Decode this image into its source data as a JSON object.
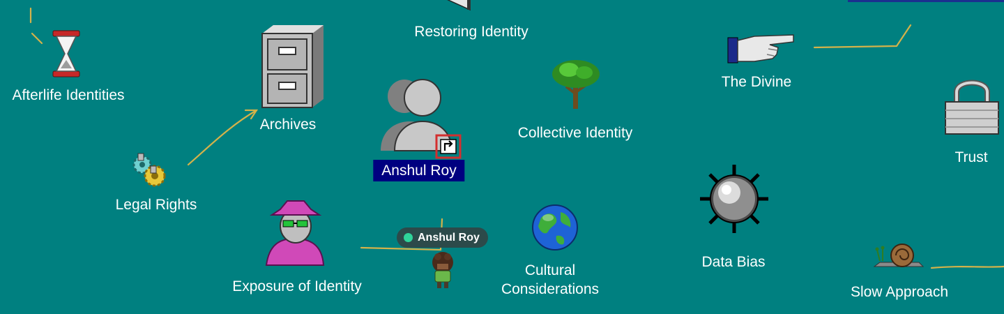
{
  "desktop": {
    "background": "#008080",
    "icons": [
      {
        "id": "afterlife",
        "label": "Afterlife Identities",
        "icon": "hourglass-icon"
      },
      {
        "id": "archives",
        "label": "Archives",
        "icon": "file-cabinet-icon"
      },
      {
        "id": "restoring",
        "label": "Restoring Identity",
        "icon": "partial-icon"
      },
      {
        "id": "anshul",
        "label": "Anshul Roy",
        "icon": "users-shortcut-icon",
        "selected": true
      },
      {
        "id": "collective",
        "label": "Collective Identity",
        "icon": "tree-icon"
      },
      {
        "id": "divine",
        "label": "The Divine",
        "icon": "pointing-hand-icon"
      },
      {
        "id": "trust",
        "label": "Trust",
        "icon": "padlock-icon"
      },
      {
        "id": "legal",
        "label": "Legal Rights",
        "icon": "gears-icon"
      },
      {
        "id": "exposure",
        "label": "Exposure of Identity",
        "icon": "spy-icon"
      },
      {
        "id": "cultural",
        "label": "Cultural Considerations",
        "icon": "globe-icon"
      },
      {
        "id": "databias",
        "label": "Data Bias",
        "icon": "mine-icon"
      },
      {
        "id": "slow",
        "label": "Slow Approach",
        "icon": "snail-icon"
      }
    ]
  },
  "presence": {
    "name": "Anshul Roy",
    "status_color": "#2fd39a"
  },
  "colors": {
    "selection": "#000080",
    "connector": "#d4b24a",
    "highlight": "#d32f2f"
  }
}
